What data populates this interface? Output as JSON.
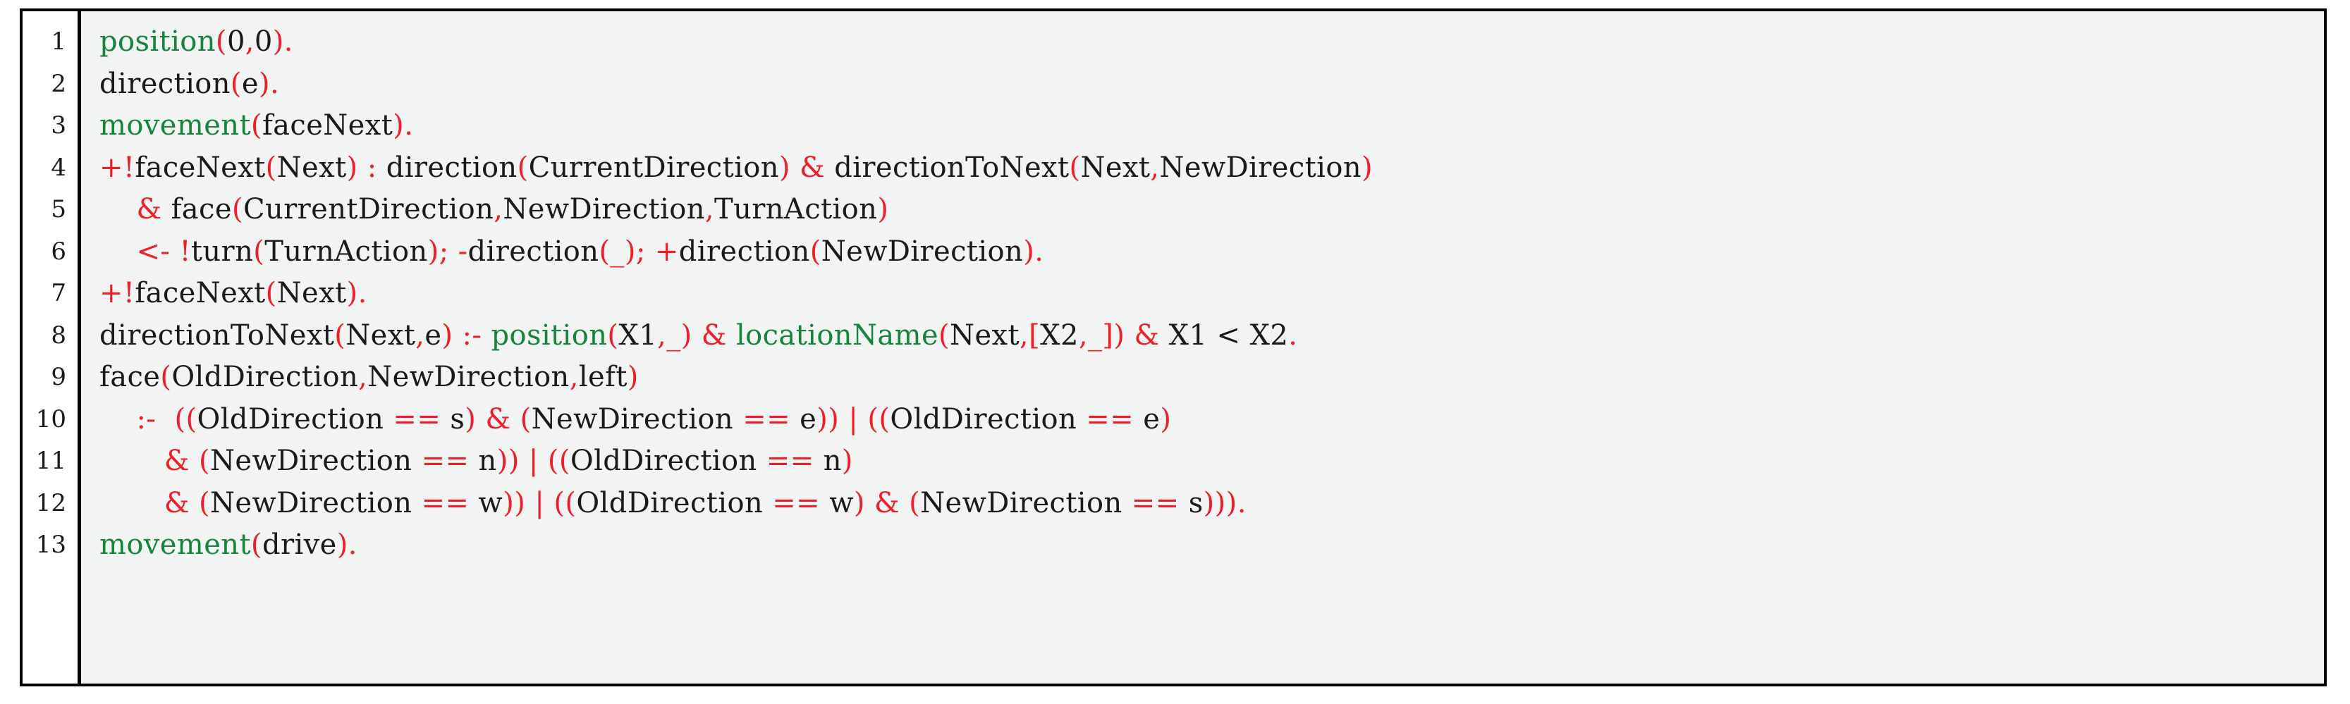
{
  "listing": {
    "language": "AgentSpeak (Jason)",
    "colors": {
      "background": "#f2f4f3",
      "gutter_background": "#ffffff",
      "border": "#000000",
      "identifier": "#1a1a1a",
      "keyword_green": "#15843c",
      "punctuation_red": "#f01e28"
    },
    "line_numbers": [
      "1",
      "2",
      "3",
      "4",
      "5",
      "6",
      "7",
      "8",
      "9",
      "10",
      "11",
      "12",
      "13"
    ],
    "lines": [
      {
        "number": "1",
        "text": "position(0,0).",
        "tokens": [
          {
            "t": "position",
            "c": "kw"
          },
          {
            "t": "(",
            "c": "pn"
          },
          {
            "t": "0",
            "c": "id"
          },
          {
            "t": ",",
            "c": "pn"
          },
          {
            "t": "0",
            "c": "id"
          },
          {
            "t": ")",
            "c": "pn"
          },
          {
            "t": ".",
            "c": "pn"
          }
        ]
      },
      {
        "number": "2",
        "text": "direction(e).",
        "tokens": [
          {
            "t": "direction",
            "c": "id"
          },
          {
            "t": "(",
            "c": "pn"
          },
          {
            "t": "e",
            "c": "id"
          },
          {
            "t": ")",
            "c": "pn"
          },
          {
            "t": ".",
            "c": "pn"
          }
        ]
      },
      {
        "number": "3",
        "text": "movement(faceNext).",
        "tokens": [
          {
            "t": "movement",
            "c": "kw"
          },
          {
            "t": "(",
            "c": "pn"
          },
          {
            "t": "faceNext",
            "c": "id"
          },
          {
            "t": ")",
            "c": "pn"
          },
          {
            "t": ".",
            "c": "pn"
          }
        ]
      },
      {
        "number": "4",
        "text": "+!faceNext(Next) : direction(CurrentDirection) & directionToNext(Next,NewDirection)",
        "tokens": [
          {
            "t": "+!",
            "c": "pn"
          },
          {
            "t": "faceNext",
            "c": "id"
          },
          {
            "t": "(",
            "c": "pn"
          },
          {
            "t": "Next",
            "c": "id"
          },
          {
            "t": ")",
            "c": "pn"
          },
          {
            "t": " ",
            "c": "id"
          },
          {
            "t": ":",
            "c": "pn"
          },
          {
            "t": " direction",
            "c": "id"
          },
          {
            "t": "(",
            "c": "pn"
          },
          {
            "t": "CurrentDirection",
            "c": "id"
          },
          {
            "t": ")",
            "c": "pn"
          },
          {
            "t": " ",
            "c": "id"
          },
          {
            "t": "&",
            "c": "pn"
          },
          {
            "t": " directionToNext",
            "c": "id"
          },
          {
            "t": "(",
            "c": "pn"
          },
          {
            "t": "Next",
            "c": "id"
          },
          {
            "t": ",",
            "c": "pn"
          },
          {
            "t": "NewDirection",
            "c": "id"
          },
          {
            "t": ")",
            "c": "pn"
          }
        ]
      },
      {
        "number": "5",
        "text": "    & face(CurrentDirection,NewDirection,TurnAction)",
        "tokens": [
          {
            "t": "    ",
            "c": "id"
          },
          {
            "t": "&",
            "c": "pn"
          },
          {
            "t": " face",
            "c": "id"
          },
          {
            "t": "(",
            "c": "pn"
          },
          {
            "t": "CurrentDirection",
            "c": "id"
          },
          {
            "t": ",",
            "c": "pn"
          },
          {
            "t": "NewDirection",
            "c": "id"
          },
          {
            "t": ",",
            "c": "pn"
          },
          {
            "t": "TurnAction",
            "c": "id"
          },
          {
            "t": ")",
            "c": "pn"
          }
        ]
      },
      {
        "number": "6",
        "text": "    <- !turn(TurnAction); -direction(_); +direction(NewDirection).",
        "tokens": [
          {
            "t": "    ",
            "c": "id"
          },
          {
            "t": "<-",
            "c": "pn"
          },
          {
            "t": " ",
            "c": "id"
          },
          {
            "t": "!",
            "c": "pn"
          },
          {
            "t": "turn",
            "c": "id"
          },
          {
            "t": "(",
            "c": "pn"
          },
          {
            "t": "TurnAction",
            "c": "id"
          },
          {
            "t": ");",
            "c": "pn"
          },
          {
            "t": " ",
            "c": "id"
          },
          {
            "t": "-",
            "c": "pn"
          },
          {
            "t": "direction",
            "c": "id"
          },
          {
            "t": "(",
            "c": "pn"
          },
          {
            "t": "_",
            "c": "pn"
          },
          {
            "t": ");",
            "c": "pn"
          },
          {
            "t": " ",
            "c": "id"
          },
          {
            "t": "+",
            "c": "pn"
          },
          {
            "t": "direction",
            "c": "id"
          },
          {
            "t": "(",
            "c": "pn"
          },
          {
            "t": "NewDirection",
            "c": "id"
          },
          {
            "t": ")",
            "c": "pn"
          },
          {
            "t": ".",
            "c": "pn"
          }
        ]
      },
      {
        "number": "7",
        "text": "+!faceNext(Next).",
        "tokens": [
          {
            "t": "+!",
            "c": "pn"
          },
          {
            "t": "faceNext",
            "c": "id"
          },
          {
            "t": "(",
            "c": "pn"
          },
          {
            "t": "Next",
            "c": "id"
          },
          {
            "t": ")",
            "c": "pn"
          },
          {
            "t": ".",
            "c": "pn"
          }
        ]
      },
      {
        "number": "8",
        "text": "directionToNext(Next,e) :- position(X1,_) & locationName(Next,[X2,_]) & X1 < X2.",
        "tokens": [
          {
            "t": "directionToNext",
            "c": "id"
          },
          {
            "t": "(",
            "c": "pn"
          },
          {
            "t": "Next",
            "c": "id"
          },
          {
            "t": ",",
            "c": "pn"
          },
          {
            "t": "e",
            "c": "id"
          },
          {
            "t": ")",
            "c": "pn"
          },
          {
            "t": " ",
            "c": "id"
          },
          {
            "t": ":-",
            "c": "pn"
          },
          {
            "t": " ",
            "c": "id"
          },
          {
            "t": "position",
            "c": "kw"
          },
          {
            "t": "(",
            "c": "pn"
          },
          {
            "t": "X1",
            "c": "id"
          },
          {
            "t": ",",
            "c": "pn"
          },
          {
            "t": "_",
            "c": "pn"
          },
          {
            "t": ")",
            "c": "pn"
          },
          {
            "t": " ",
            "c": "id"
          },
          {
            "t": "&",
            "c": "pn"
          },
          {
            "t": " ",
            "c": "id"
          },
          {
            "t": "locationName",
            "c": "kw"
          },
          {
            "t": "(",
            "c": "pn"
          },
          {
            "t": "Next",
            "c": "id"
          },
          {
            "t": ",",
            "c": "pn"
          },
          {
            "t": "[",
            "c": "pn"
          },
          {
            "t": "X2",
            "c": "id"
          },
          {
            "t": ",",
            "c": "pn"
          },
          {
            "t": "_",
            "c": "pn"
          },
          {
            "t": "])",
            "c": "pn"
          },
          {
            "t": " ",
            "c": "id"
          },
          {
            "t": "&",
            "c": "pn"
          },
          {
            "t": " X1 < X2",
            "c": "id"
          },
          {
            "t": ".",
            "c": "pn"
          }
        ]
      },
      {
        "number": "9",
        "text": "face(OldDirection,NewDirection,left)",
        "tokens": [
          {
            "t": "face",
            "c": "id"
          },
          {
            "t": "(",
            "c": "pn"
          },
          {
            "t": "OldDirection",
            "c": "id"
          },
          {
            "t": ",",
            "c": "pn"
          },
          {
            "t": "NewDirection",
            "c": "id"
          },
          {
            "t": ",",
            "c": "pn"
          },
          {
            "t": "left",
            "c": "id"
          },
          {
            "t": ")",
            "c": "pn"
          }
        ]
      },
      {
        "number": "10",
        "text": "    :- ((OldDirection == s) & (NewDirection == e)) | ((OldDirection == e)",
        "tokens": [
          {
            "t": "    ",
            "c": "id"
          },
          {
            "t": ":-",
            "c": "pn"
          },
          {
            "t": "  ",
            "c": "id"
          },
          {
            "t": "((",
            "c": "pn"
          },
          {
            "t": "OldDirection",
            "c": "id"
          },
          {
            "t": " ",
            "c": "id"
          },
          {
            "t": "==",
            "c": "pn"
          },
          {
            "t": " s",
            "c": "id"
          },
          {
            "t": ")",
            "c": "pn"
          },
          {
            "t": " ",
            "c": "id"
          },
          {
            "t": "&",
            "c": "pn"
          },
          {
            "t": " ",
            "c": "id"
          },
          {
            "t": "(",
            "c": "pn"
          },
          {
            "t": "NewDirection",
            "c": "id"
          },
          {
            "t": " ",
            "c": "id"
          },
          {
            "t": "==",
            "c": "pn"
          },
          {
            "t": " e",
            "c": "id"
          },
          {
            "t": "))",
            "c": "pn"
          },
          {
            "t": " ",
            "c": "id"
          },
          {
            "t": "|",
            "c": "pn"
          },
          {
            "t": " ",
            "c": "id"
          },
          {
            "t": "((",
            "c": "pn"
          },
          {
            "t": "OldDirection",
            "c": "id"
          },
          {
            "t": " ",
            "c": "id"
          },
          {
            "t": "==",
            "c": "pn"
          },
          {
            "t": " e",
            "c": "id"
          },
          {
            "t": ")",
            "c": "pn"
          }
        ]
      },
      {
        "number": "11",
        "text": "      & (NewDirection == n)) | ((OldDirection == n)",
        "tokens": [
          {
            "t": "       ",
            "c": "id"
          },
          {
            "t": "&",
            "c": "pn"
          },
          {
            "t": " ",
            "c": "id"
          },
          {
            "t": "(",
            "c": "pn"
          },
          {
            "t": "NewDirection",
            "c": "id"
          },
          {
            "t": " ",
            "c": "id"
          },
          {
            "t": "==",
            "c": "pn"
          },
          {
            "t": " n",
            "c": "id"
          },
          {
            "t": "))",
            "c": "pn"
          },
          {
            "t": " ",
            "c": "id"
          },
          {
            "t": "|",
            "c": "pn"
          },
          {
            "t": " ",
            "c": "id"
          },
          {
            "t": "((",
            "c": "pn"
          },
          {
            "t": "OldDirection",
            "c": "id"
          },
          {
            "t": " ",
            "c": "id"
          },
          {
            "t": "==",
            "c": "pn"
          },
          {
            "t": " n",
            "c": "id"
          },
          {
            "t": ")",
            "c": "pn"
          }
        ]
      },
      {
        "number": "12",
        "text": "      & (NewDirection == w)) | ((OldDirection == w) & (NewDirection == s)).",
        "tokens": [
          {
            "t": "       ",
            "c": "id"
          },
          {
            "t": "&",
            "c": "pn"
          },
          {
            "t": " ",
            "c": "id"
          },
          {
            "t": "(",
            "c": "pn"
          },
          {
            "t": "NewDirection",
            "c": "id"
          },
          {
            "t": " ",
            "c": "id"
          },
          {
            "t": "==",
            "c": "pn"
          },
          {
            "t": " w",
            "c": "id"
          },
          {
            "t": "))",
            "c": "pn"
          },
          {
            "t": " ",
            "c": "id"
          },
          {
            "t": "|",
            "c": "pn"
          },
          {
            "t": " ",
            "c": "id"
          },
          {
            "t": "((",
            "c": "pn"
          },
          {
            "t": "OldDirection",
            "c": "id"
          },
          {
            "t": " ",
            "c": "id"
          },
          {
            "t": "==",
            "c": "pn"
          },
          {
            "t": " w",
            "c": "id"
          },
          {
            "t": ")",
            "c": "pn"
          },
          {
            "t": " ",
            "c": "id"
          },
          {
            "t": "&",
            "c": "pn"
          },
          {
            "t": " ",
            "c": "id"
          },
          {
            "t": "(",
            "c": "pn"
          },
          {
            "t": "NewDirection",
            "c": "id"
          },
          {
            "t": " ",
            "c": "id"
          },
          {
            "t": "==",
            "c": "pn"
          },
          {
            "t": " s",
            "c": "id"
          },
          {
            "t": ")))",
            "c": "pn"
          },
          {
            "t": ".",
            "c": "pn"
          }
        ]
      },
      {
        "number": "13",
        "text": "movement(drive).",
        "tokens": [
          {
            "t": "movement",
            "c": "kw"
          },
          {
            "t": "(",
            "c": "pn"
          },
          {
            "t": "drive",
            "c": "id"
          },
          {
            "t": ")",
            "c": "pn"
          },
          {
            "t": ".",
            "c": "pn"
          }
        ]
      }
    ]
  }
}
